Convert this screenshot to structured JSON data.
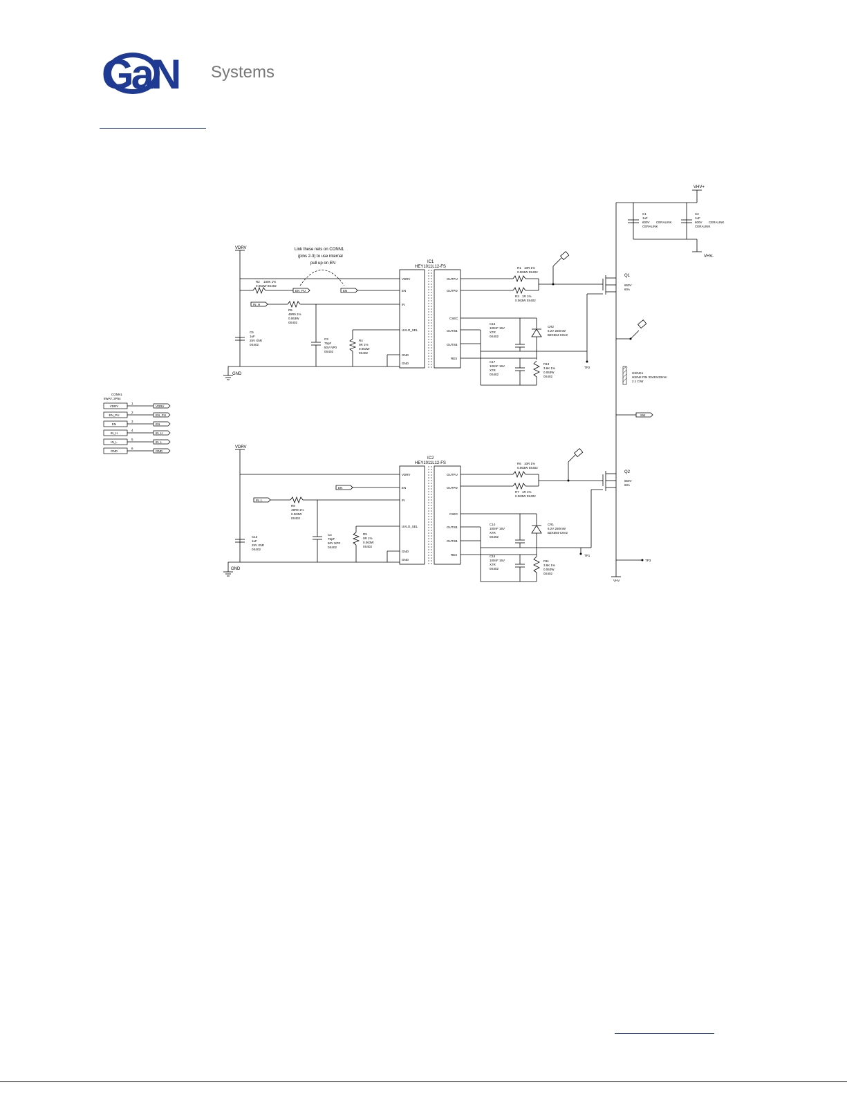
{
  "brand": {
    "mark": "GaN",
    "name": "Systems",
    "primary_color": "#1f3a93",
    "text_color": "#777777"
  },
  "note": {
    "line1": "Link these nets on CONN1",
    "line2": "(pins 2-3) to use internal",
    "line3": "pull up on EN"
  },
  "nets": {
    "vdrv": "VDRV",
    "gnd": "GND",
    "vhv_pos": "VHV+",
    "vhv_neg": "VHV-",
    "vhv": "VHV",
    "en": "EN",
    "en_pu": "EN_PU",
    "in_h": "IN_H",
    "in_l": "IN_L",
    "sw": "SW"
  },
  "ic1": {
    "ref": "IC1",
    "part": "HEY1011L12-FS"
  },
  "ic2": {
    "ref": "IC2",
    "part": "HEY1011L12-FS"
  },
  "ic_pins": {
    "vdrv": "VDRV",
    "en": "EN",
    "in": "IN",
    "uvlo": "UVLO_SEL",
    "gnd": "GND",
    "outpu": "OUTPU",
    "outpd": "OUTPD",
    "csec": "CSEC",
    "outsb": "OUTSB",
    "res": "RES"
  },
  "c1": {
    "ref": "C1",
    "value": "1uF",
    "rating": "600V",
    "type": "CERALINK"
  },
  "c2": {
    "ref": "C2",
    "value": "1uF",
    "rating": "600V",
    "type": "CERALINK"
  },
  "q1": {
    "ref": "Q1",
    "v": "650V",
    "a": "60A"
  },
  "q2": {
    "ref": "Q2",
    "v": "650V",
    "a": "60A"
  },
  "r1": {
    "ref": "R1",
    "value": "10R 1%",
    "pkg": "0.063W 0S402"
  },
  "r3": {
    "ref": "R3",
    "value": "1R 1%",
    "pkg": "0.063W 0S402"
  },
  "r2": {
    "ref": "R2",
    "value": "100K 1%",
    "pkg": "0.063W 0S402"
  },
  "r5": {
    "ref": "R5",
    "value": "49R9 1%",
    "pkg1": "0.063W",
    "pkg2": "0S402"
  },
  "r4": {
    "ref": "R4",
    "value": "0R  1%",
    "pkg1": "0.063W",
    "pkg2": "0S402"
  },
  "r13": {
    "ref": "R13",
    "value": "3.6K  1%",
    "pkg1": "0.063W",
    "pkg2": "0S402"
  },
  "c5": {
    "ref": "C5",
    "value": "1uF",
    "rating": "25V X5R",
    "pkg": "0S402"
  },
  "c3": {
    "ref": "C3",
    "value": "75pF",
    "rating": "50V  NP0",
    "pkg": "0S402"
  },
  "c16": {
    "ref": "C16",
    "value": "100nF 16V",
    "diel": "X7R",
    "pkg": "0S402"
  },
  "c17": {
    "ref": "C17",
    "value": "100nF 16V",
    "diel": "X7R",
    "pkg": "0S402"
  },
  "cr2": {
    "ref": "CR2",
    "value": "6.2V 250mW",
    "part": "BZX584-C6V2"
  },
  "tp2": "TP2",
  "hsink": {
    "ref": "HSINK1",
    "part": "HSINK FIN 33x33x33mm",
    "rth": "2.1 C/W"
  },
  "r6": {
    "ref": "R6",
    "value": "10R 1%",
    "pkg": "0.063W 0S402"
  },
  "r7": {
    "ref": "R7",
    "value": "1R 1%",
    "pkg": "0.063W 0S402"
  },
  "r8": {
    "ref": "R8",
    "value": "49R9 1%",
    "pkg1": "0.063W",
    "pkg2": "0S402"
  },
  "r9": {
    "ref": "R9",
    "value": "0R  1%",
    "pkg1": "0.063W",
    "pkg2": "0S402"
  },
  "r11": {
    "ref": "R11",
    "value": "3.6K  1%",
    "pkg1": "0.063W",
    "pkg2": "0S402"
  },
  "c13": {
    "ref": "C13",
    "value": "1uF",
    "rating": "25V X5R",
    "pkg": "0S402"
  },
  "c4": {
    "ref": "C4",
    "value": "75pF",
    "rating": "50V  NP0",
    "pkg": "0S402"
  },
  "c14": {
    "ref": "C14",
    "value": "100nF 16V",
    "diel": "X7R",
    "pkg": "0S402"
  },
  "c15": {
    "ref": "C15",
    "value": "100nF 16V",
    "diel": "X7R",
    "pkg": "0S402"
  },
  "cr1": {
    "ref": "CR1",
    "value": "6.2V 250mW",
    "part": "BZX584-C6V2"
  },
  "tp1": "TP1",
  "tp3": "TP3",
  "conn1": {
    "ref": "CONN1",
    "part": "6WAY, 2P54",
    "pins": [
      "VDRV",
      "EN_PU",
      "EN",
      "IN_H",
      "IN_L",
      "GND"
    ],
    "nums": [
      "1",
      "2",
      "3",
      "4",
      "5",
      "6"
    ]
  }
}
